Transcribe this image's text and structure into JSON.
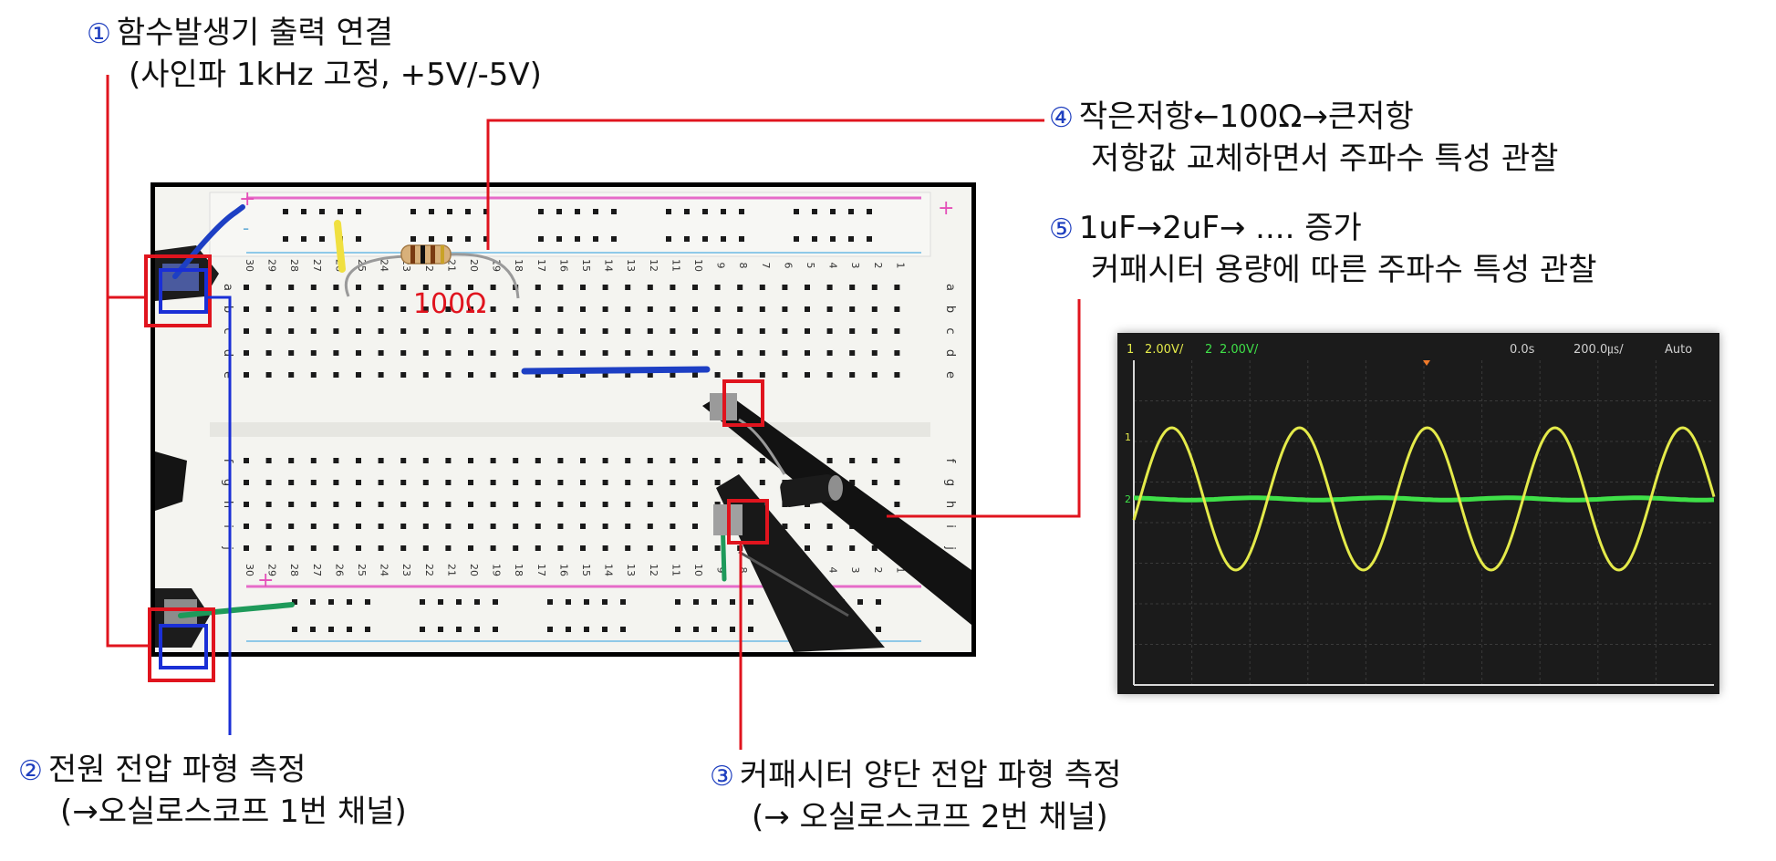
{
  "annotations": {
    "a1": {
      "num": "①",
      "line1": "함수발생기 출력 연결",
      "line2": "(사인파 1kHz 고정, +5V/-5V)"
    },
    "a2": {
      "num": "②",
      "line1": "전원 전압 파형 측정",
      "line2": "(→오실로스코프 1번 채널)"
    },
    "a3": {
      "num": "③",
      "line1": "커패시터 양단 전압 파형 측정",
      "line2": "(→ 오실로스코프 2번 채널)"
    },
    "a4": {
      "num": "④",
      "line1": "작은저항←100Ω→큰저항",
      "line2": "저항값 교체하면서 주파수 특성 관찰"
    },
    "a5": {
      "num": "⑤",
      "line1": "1uF→2uF→ .... 증가",
      "line2": "커패시터 용량에 따른 주파수 특성 관찰"
    }
  },
  "breadboard": {
    "resistor_label": "100Ω",
    "rail_plus": "+",
    "rail_minus": "-",
    "column_numbers": [
      "30",
      "29",
      "28",
      "27",
      "26",
      "25",
      "24",
      "23",
      "22",
      "21",
      "20",
      "19",
      "18",
      "17",
      "16",
      "15",
      "14",
      "13",
      "12",
      "11",
      "10",
      "9",
      "8",
      "7",
      "6",
      "5",
      "4",
      "3",
      "2",
      "1"
    ],
    "row_letters_top": [
      "a",
      "b",
      "c",
      "d",
      "e"
    ],
    "row_letters_bottom": [
      "f",
      "g",
      "h",
      "i",
      "j"
    ]
  },
  "oscilloscope": {
    "ch1_label": "1",
    "ch1_scale": "2.00V/",
    "ch2_label": "2",
    "ch2_scale": "2.00V/",
    "time_offset": "0.0s",
    "time_scale": "200.0㎲/",
    "trigger_mode": "Auto",
    "ch1_marker": "1",
    "ch2_marker": "2"
  },
  "colors": {
    "annotation_line_red": "#e0141e",
    "annotation_line_blue": "#1a2fd6",
    "ch1_trace": "#e4ea4a",
    "ch2_trace": "#3fe048",
    "resistor_label": "#e0141e"
  }
}
